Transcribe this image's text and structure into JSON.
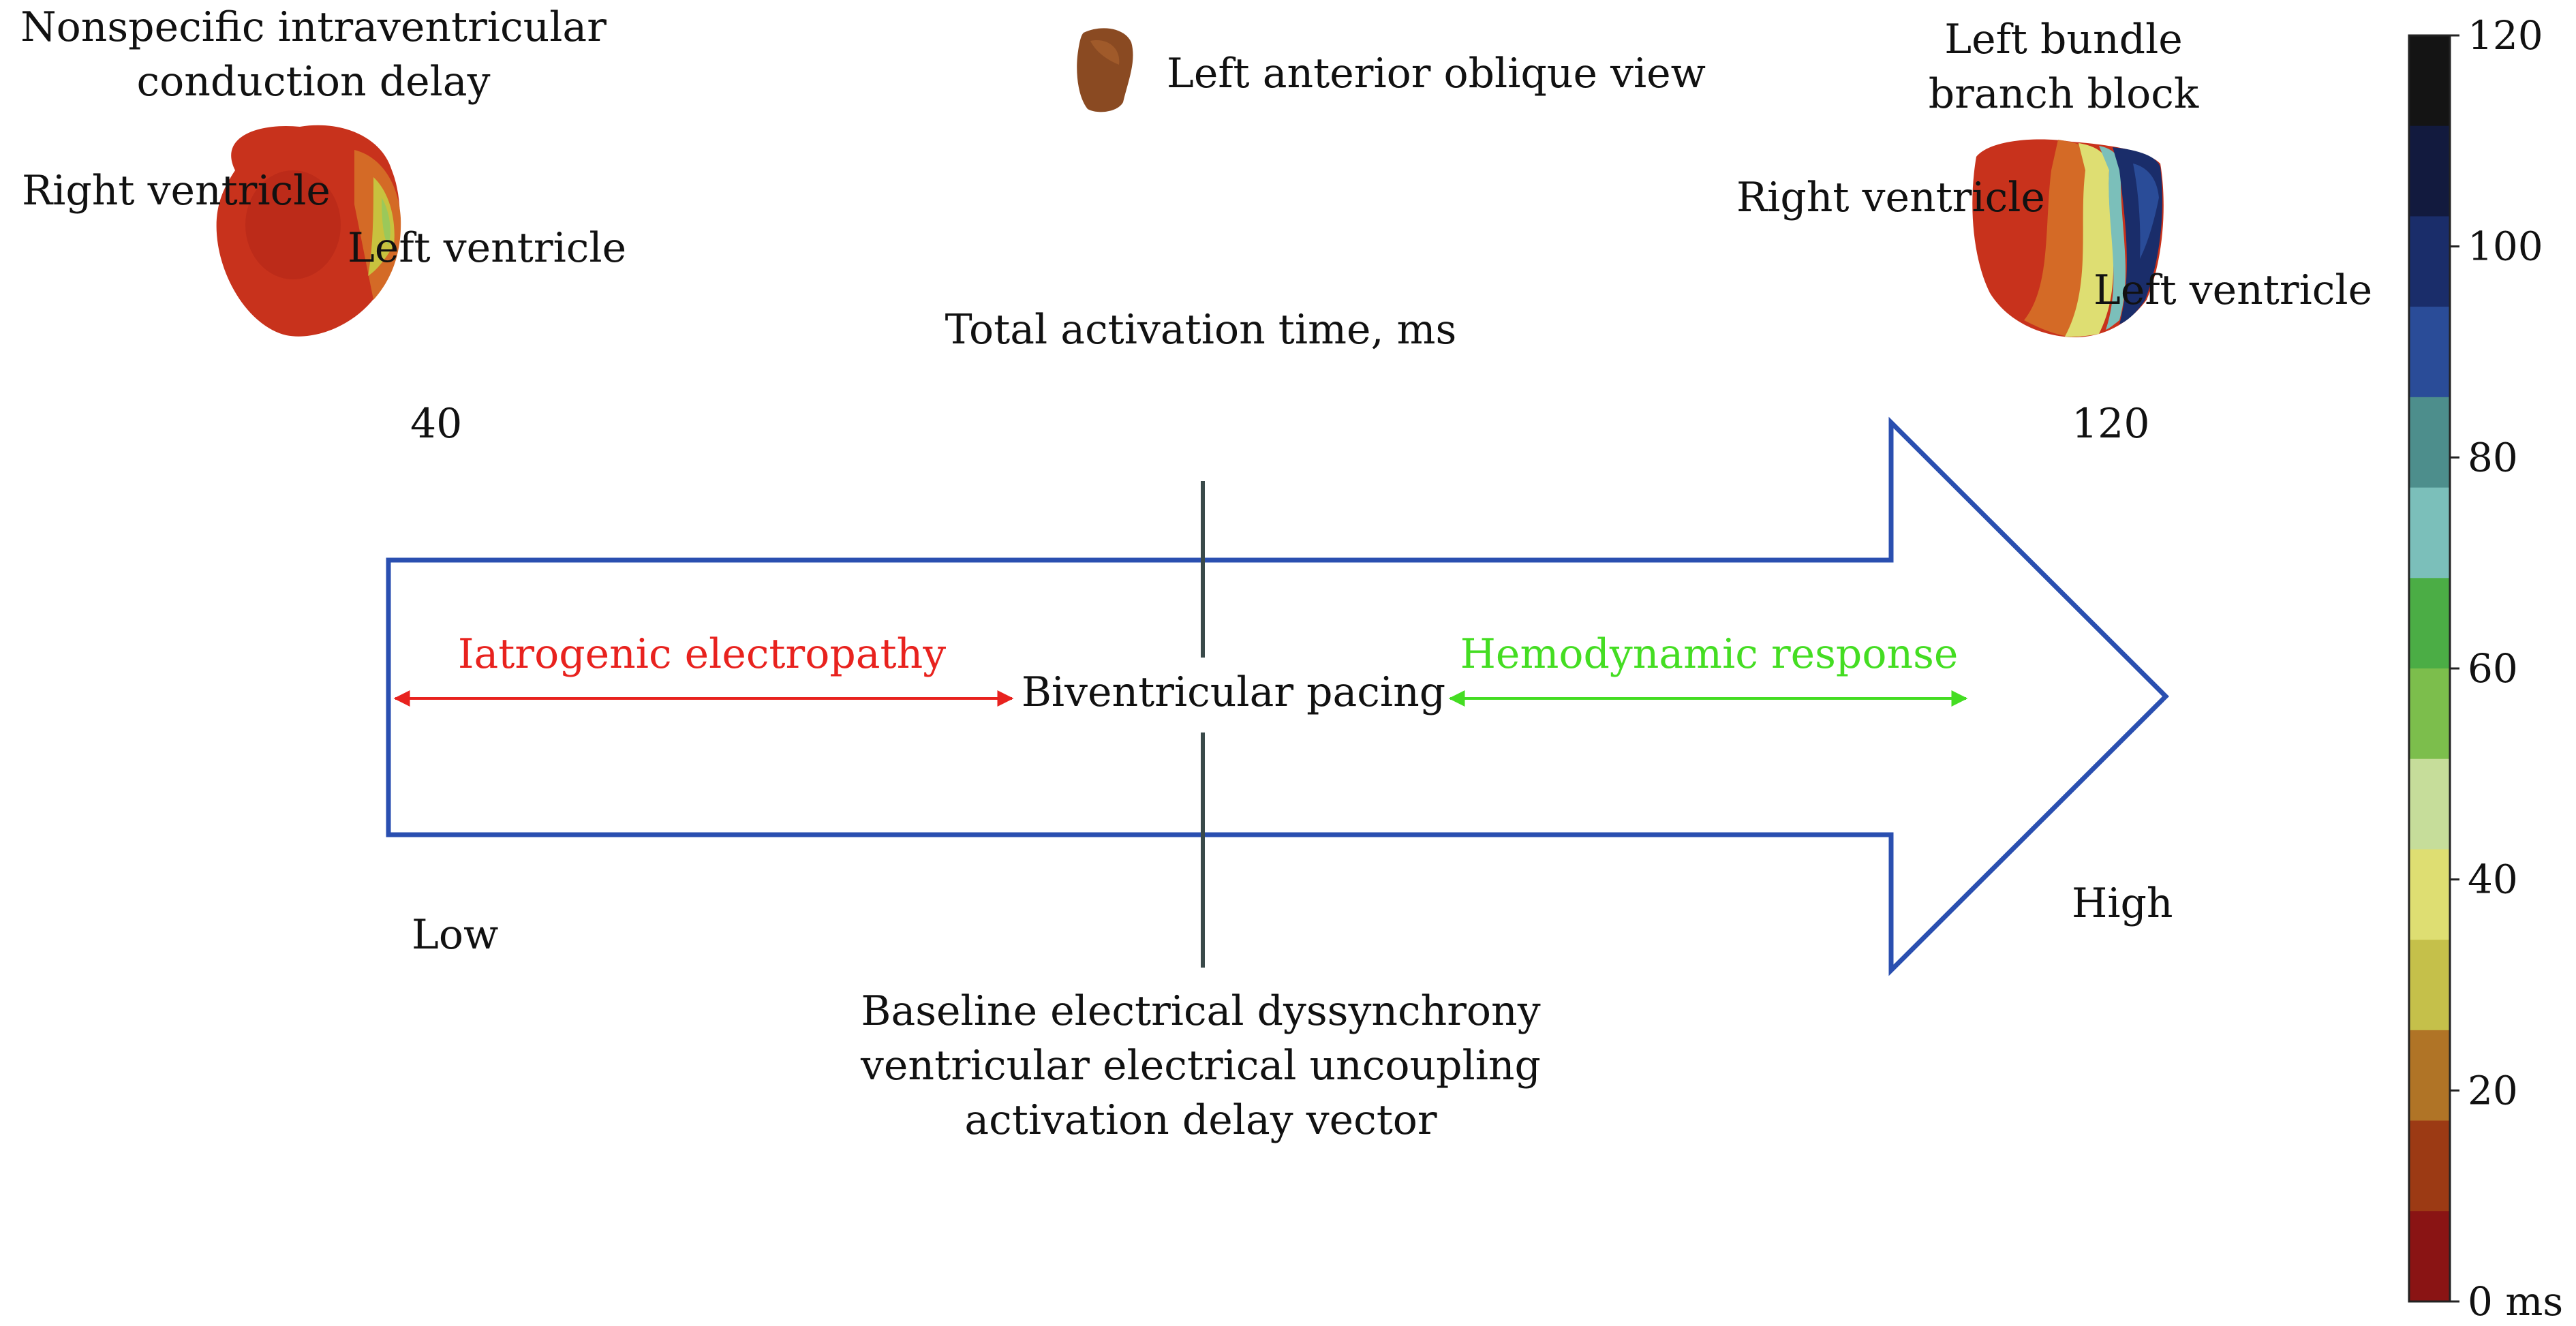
{
  "diagram": {
    "top_left_label_line1": "Nonspecific intraventricular",
    "top_left_label_line2": "conduction delay",
    "left_heart_rv_label": "Right ventricle",
    "left_heart_lv_label": "Left ventricle",
    "view_label": "Left anterior oblique  view",
    "top_right_label_line1": "Left bundle",
    "top_right_label_line2": "branch block",
    "right_heart_rv_label": "Right ventricle",
    "right_heart_lv_label": "Left ventricle",
    "axis_title": "Total activation time, ms",
    "axis_low_value": "40",
    "axis_high_value": "120",
    "low_label": "Low",
    "high_label": "High",
    "left_range_label": "Iatrogenic electropathy",
    "center_label": "Biventricular pacing",
    "right_range_label": "Hemodynamic response",
    "bottom_line1": "Baseline electrical dyssynchrony",
    "bottom_line2": "ventricular electrical uncoupling",
    "bottom_line3": "activation delay vector"
  },
  "colors": {
    "arrow_outline": "#2a4fb0",
    "divider": "#3a4a4a",
    "left_range": "#e8221e",
    "right_range": "#44dd22",
    "text": "#111111"
  },
  "colorbar": {
    "tick_labels": [
      "120",
      "100",
      "80",
      "60",
      "40",
      "20",
      "0 ms"
    ],
    "bands": [
      "#141414",
      "#121a3e",
      "#1a2d6a",
      "#2a4c98",
      "#4d8e8c",
      "#7bbfba",
      "#4bad45",
      "#7cbe4c",
      "#c6dd9a",
      "#dede72",
      "#c5c04a",
      "#b07426",
      "#9c3a14",
      "#8a1414"
    ]
  }
}
